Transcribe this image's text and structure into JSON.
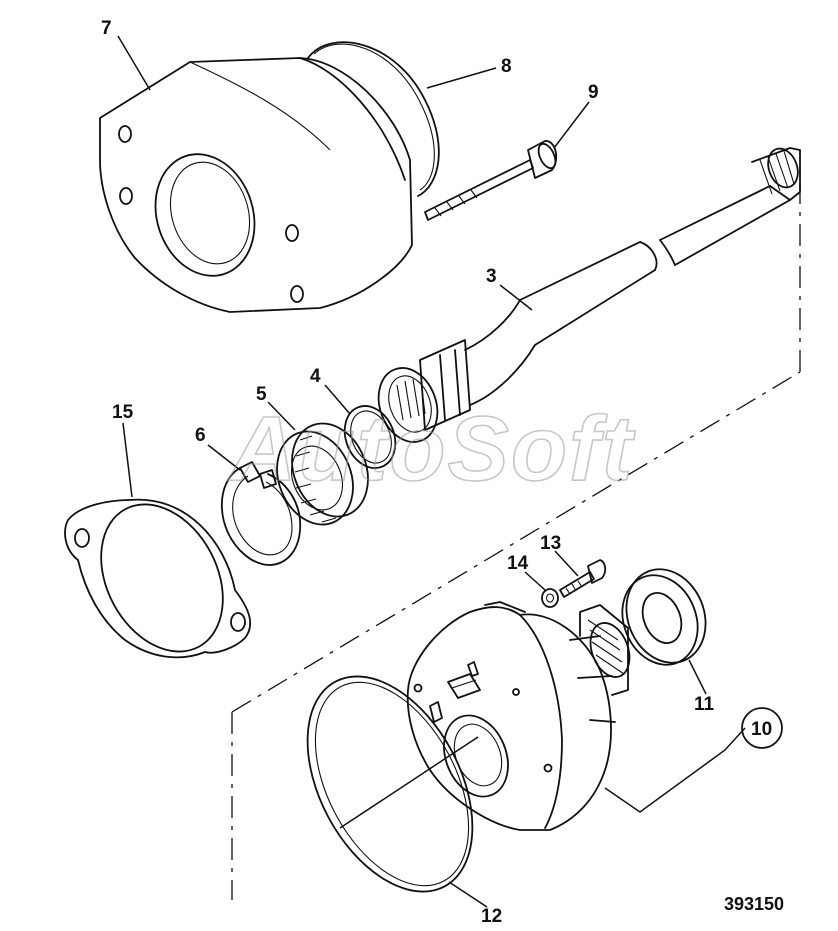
{
  "diagram": {
    "drawing_number": "393150",
    "watermark": "AutoSoft",
    "callouts": [
      {
        "id": "7",
        "label": "7"
      },
      {
        "id": "8",
        "label": "8"
      },
      {
        "id": "9",
        "label": "9"
      },
      {
        "id": "3",
        "label": "3"
      },
      {
        "id": "4",
        "label": "4"
      },
      {
        "id": "5",
        "label": "5"
      },
      {
        "id": "15",
        "label": "15"
      },
      {
        "id": "6",
        "label": "6"
      },
      {
        "id": "13",
        "label": "13"
      },
      {
        "id": "14",
        "label": "14"
      },
      {
        "id": "11",
        "label": "11"
      },
      {
        "id": "10",
        "label": "10"
      },
      {
        "id": "12",
        "label": "12"
      }
    ]
  }
}
